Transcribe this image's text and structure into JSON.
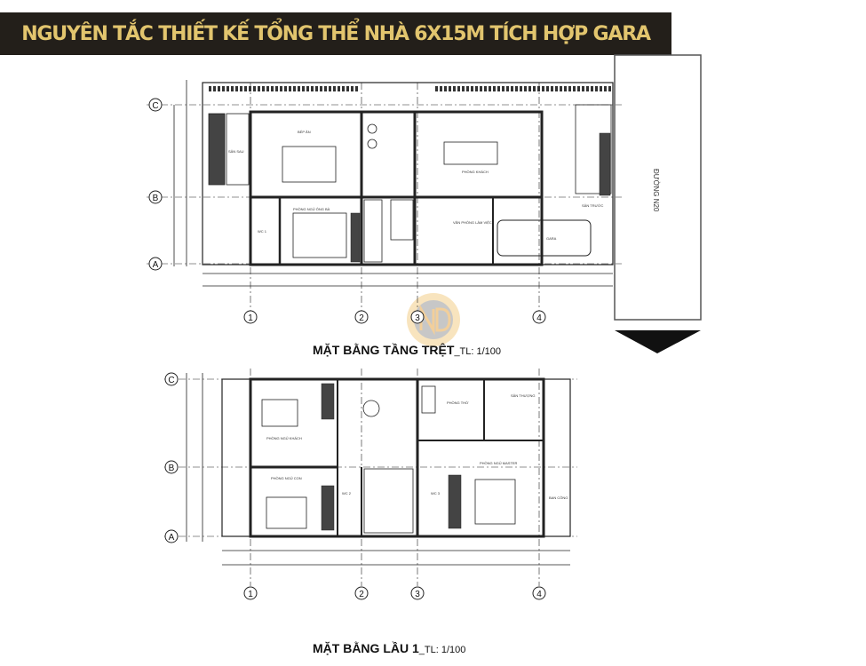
{
  "title": "NGUYÊN TẮC THIẾT KẾ TỔNG THỂ NHÀ 6X15M TÍCH HỢP GARA",
  "accent_colors": {
    "banner_bg": "#231f1a",
    "banner_text": "#e2c56e",
    "watermark": "#e8a84a"
  },
  "road_label": "ĐƯỜNG N20",
  "grid": {
    "rows": [
      "C",
      "B",
      "A"
    ],
    "columns": [
      "1",
      "2",
      "3",
      "4"
    ]
  },
  "ground_floor": {
    "caption": "MẶT BẰNG TẦNG TRỆT",
    "scale": "_TL: 1/100",
    "rooms": [
      "BẾP ĂN",
      "PHÒNG KHÁCH",
      "PHÒNG NGỦ ÔNG BÀ",
      "VĂN PHÒNG LÀM VIỆC",
      "GARA",
      "WC 1",
      "SÂN SAU",
      "SÂN TRƯỚC"
    ]
  },
  "first_floor": {
    "caption": "MẶT BẰNG LẦU 1",
    "scale": "_TL: 1/100",
    "rooms": [
      "PHÒNG NGỦ KHÁCH",
      "PHÒNG NGỦ CON",
      "PHÒNG THỜ",
      "PHÒNG NGỦ MASTER",
      "SÂN THƯỢNG",
      "BAN CÔNG",
      "WC 2",
      "WC 3"
    ]
  },
  "watermark_logo": "ND"
}
